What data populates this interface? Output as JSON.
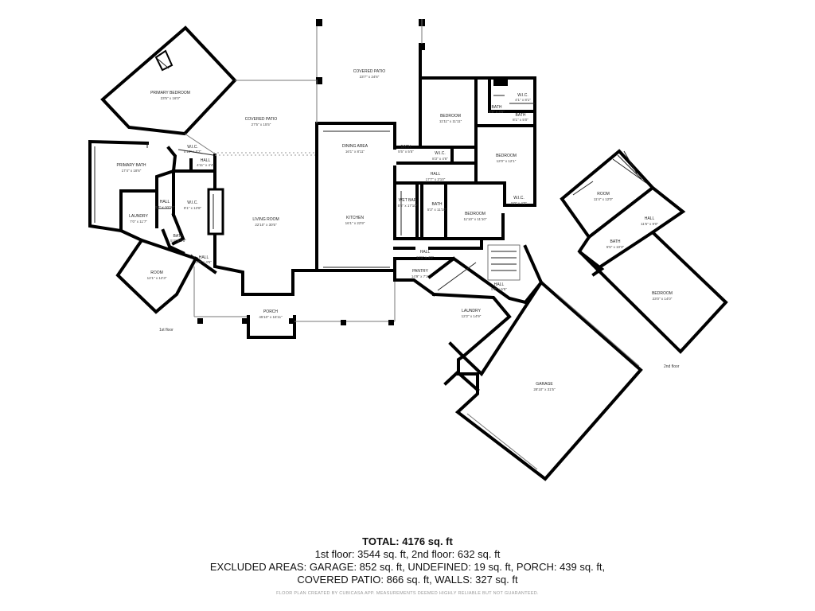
{
  "floor_tags": {
    "first": "1st floor",
    "second": "2nd floor"
  },
  "rooms": {
    "primary_bedroom": {
      "name": "PRIMARY BEDROOM",
      "dim": "23'5\" x 16'0\""
    },
    "covered_patio_left": {
      "name": "COVERED PATIO",
      "dim": "27'5\" x 15'5\""
    },
    "covered_patio_top": {
      "name": "COVERED PATIO",
      "dim": "23'7\" x 24'6\""
    },
    "primary_bath": {
      "name": "PRIMARY BATH",
      "dim": "17'4\" x 18'6\""
    },
    "laundry_left": {
      "name": "LAUNDRY",
      "dim": "7'0\" x 11'7\""
    },
    "hall_left": {
      "name": "HALL",
      "dim": "3'4\" x 10'10\""
    },
    "wic_left": {
      "name": "W.I.C.",
      "dim": "9'1\" x 13'8\""
    },
    "wic_small": {
      "name": "W.I.C.",
      "dim": "5'10\" x 5'2\""
    },
    "hall_small": {
      "name": "HALL",
      "dim": "4'11\" x 4'4\""
    },
    "bath_left": {
      "name": "BATH",
      "dim": "5'4\" x 5'5\""
    },
    "room_left": {
      "name": "ROOM",
      "dim": "12'1\" x 12'3\""
    },
    "hall_room": {
      "name": "HALL",
      "dim": "4'0\" x 4'5\""
    },
    "living_room": {
      "name": "LIVING ROOM",
      "dim": "22'10\" x 30'5\""
    },
    "dining_area": {
      "name": "DINING AREA",
      "dim": "16'1\" x 8'11\""
    },
    "kitchen": {
      "name": "KITCHEN",
      "dim": "16'1\" x 22'9\""
    },
    "porch": {
      "name": "PORCH",
      "dim": "45'10\" x 16'11\""
    },
    "bedroom_1": {
      "name": "BEDROOM",
      "dim": "11'11\" x 11'11\""
    },
    "bath_1": {
      "name": "BATH",
      "dim": "5'5\" x 5'5\""
    },
    "bath_2": {
      "name": "BATH",
      "dim": "4'8\" x 4'6\""
    },
    "wic_2": {
      "name": "W.I.C.",
      "dim": "4'1\" x 8'1\""
    },
    "bath_3": {
      "name": "BATH",
      "dim": "8'1\" x 5'0\""
    },
    "wic_3": {
      "name": "W.I.C.",
      "dim": "8'3\" x 4'6\""
    },
    "bedroom_2": {
      "name": "BEDROOM",
      "dim": "12'0\" x 12'1\""
    },
    "hall_mid": {
      "name": "HALL",
      "dim": "17'7\" x 3'10\""
    },
    "wet_bar": {
      "name": "WET BAR",
      "dim": "5'5\" x 17'10\""
    },
    "bath_4": {
      "name": "BATH",
      "dim": "5'3\" x 11'10\""
    },
    "bedroom_3": {
      "name": "BEDROOM",
      "dim": "11'10\" x 11'10\""
    },
    "wic_4": {
      "name": "W.I.C.",
      "dim": "5'0\" x 4'3\""
    },
    "hall_lower": {
      "name": "HALL",
      "dim": "13'1\" x 4'0\""
    },
    "pantry": {
      "name": "PANTRY",
      "dim": "14'9\" x 7'1\""
    },
    "laundry_right": {
      "name": "LAUNDRY",
      "dim": "12'2\" x 14'9\""
    },
    "hall_stair": {
      "name": "HALL",
      "dim": "5'6\" x 5'5\""
    },
    "garage": {
      "name": "GARAGE",
      "dim": "28'10\" x 31'5\""
    },
    "room_2nd": {
      "name": "ROOM",
      "dim": "11'4\" x 12'0\""
    },
    "hall_2nd": {
      "name": "HALL",
      "dim": "11'5\" x 9'0\""
    },
    "bath_2nd": {
      "name": "BATH",
      "dim": "5'5\" x 10'3\""
    },
    "bedroom_2nd": {
      "name": "BEDROOM",
      "dim": "23'0\" x 14'0\""
    }
  },
  "summary": {
    "total": "TOTAL: 4176 sq. ft",
    "line1": "1st floor: 3544 sq. ft, 2nd floor: 632 sq. ft",
    "line2": "EXCLUDED AREAS: GARAGE: 852 sq. ft, UNDEFINED: 19 sq. ft, PORCH: 439 sq. ft,",
    "line3": "COVERED PATIO: 866 sq. ft, WALLS: 327 sq. ft",
    "footer": "FLOOR PLAN CREATED BY CUBICASA APP. MEASUREMENTS DEEMED HIGHLY RELIABLE BUT NOT GUARANTEED."
  }
}
